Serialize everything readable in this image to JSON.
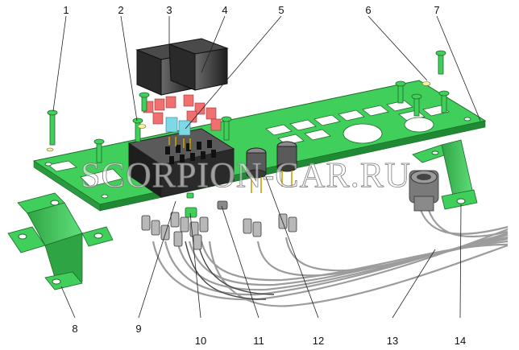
{
  "diagram": {
    "watermark": "SCORPION-CAR.RU",
    "callouts": [
      "1",
      "2",
      "3",
      "4",
      "5",
      "6",
      "7",
      "8",
      "9",
      "10",
      "11",
      "12",
      "13",
      "14"
    ]
  },
  "colors": {
    "plate": "#3fcf5a",
    "plate_dark": "#1f8a33",
    "relay": "#3a3a3a",
    "fuse_red": "#f07070",
    "fuse_cyan": "#7fd8e6",
    "wire": "#a8a8a8",
    "connector": "#8a8a8a"
  }
}
